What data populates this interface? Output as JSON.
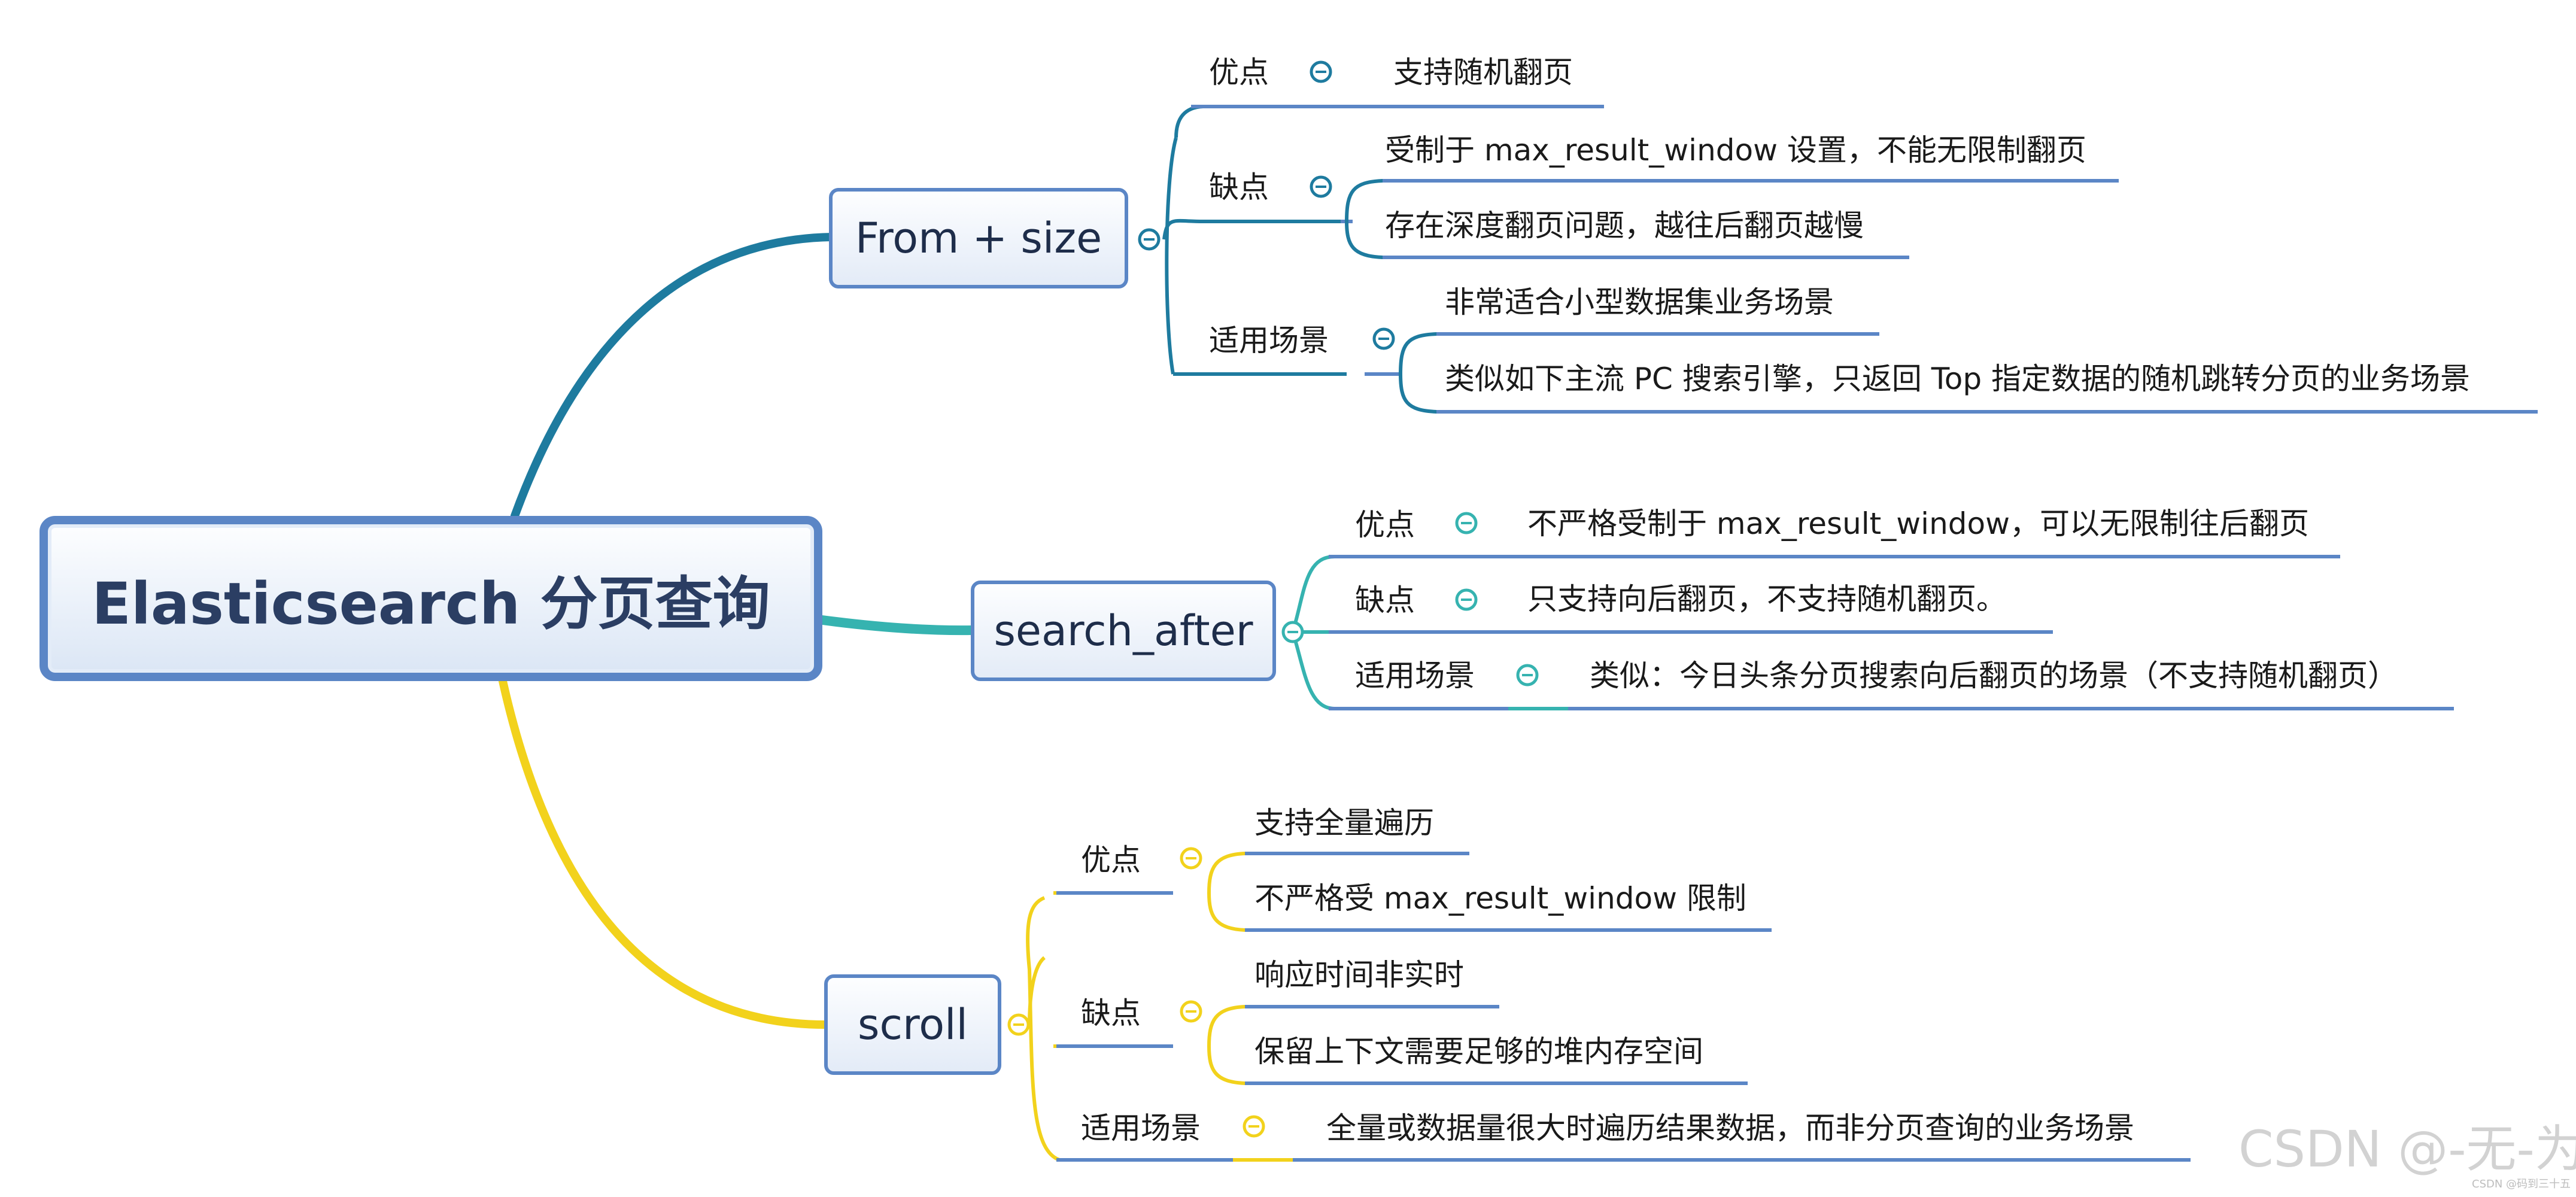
{
  "root": {
    "title": "Elasticsearch 分页查询"
  },
  "colors": {
    "teal": "#1e7b9f",
    "cyan": "#36b3b0",
    "yellow": "#f2d21c",
    "box_border": "#5b86c6"
  },
  "branches": [
    {
      "name": "From + size",
      "groups": [
        {
          "label": "优点",
          "items": [
            "支持随机翻页"
          ]
        },
        {
          "label": "缺点",
          "items": [
            "受制于 max_result_window 设置，不能无限制翻页",
            "存在深度翻页问题，越往后翻页越慢"
          ]
        },
        {
          "label": "适用场景",
          "items": [
            "非常适合小型数据集业务场景",
            "类似如下主流 PC 搜索引擎，只返回 Top 指定数据的随机跳转分页的业务场景"
          ]
        }
      ]
    },
    {
      "name": "search_after",
      "groups": [
        {
          "label": "优点",
          "items": [
            "不严格受制于 max_result_window，可以无限制往后翻页"
          ]
        },
        {
          "label": "缺点",
          "items": [
            "只支持向后翻页，不支持随机翻页。"
          ]
        },
        {
          "label": "适用场景",
          "items": [
            "类似：今日头条分页搜索向后翻页的场景（不支持随机翻页）"
          ]
        }
      ]
    },
    {
      "name": "scroll",
      "groups": [
        {
          "label": "优点",
          "items": [
            "支持全量遍历",
            "不严格受 max_result_window 限制"
          ]
        },
        {
          "label": "缺点",
          "items": [
            "响应时间非实时",
            "保留上下文需要足够的堆内存空间"
          ]
        },
        {
          "label": "适用场景",
          "items": [
            "全量或数据量很大时遍历结果数据，而非分页查询的业务场景"
          ]
        }
      ]
    }
  ],
  "watermark": {
    "main": "CSDN @-无-为-",
    "small": "CSDN @码到三十五"
  }
}
